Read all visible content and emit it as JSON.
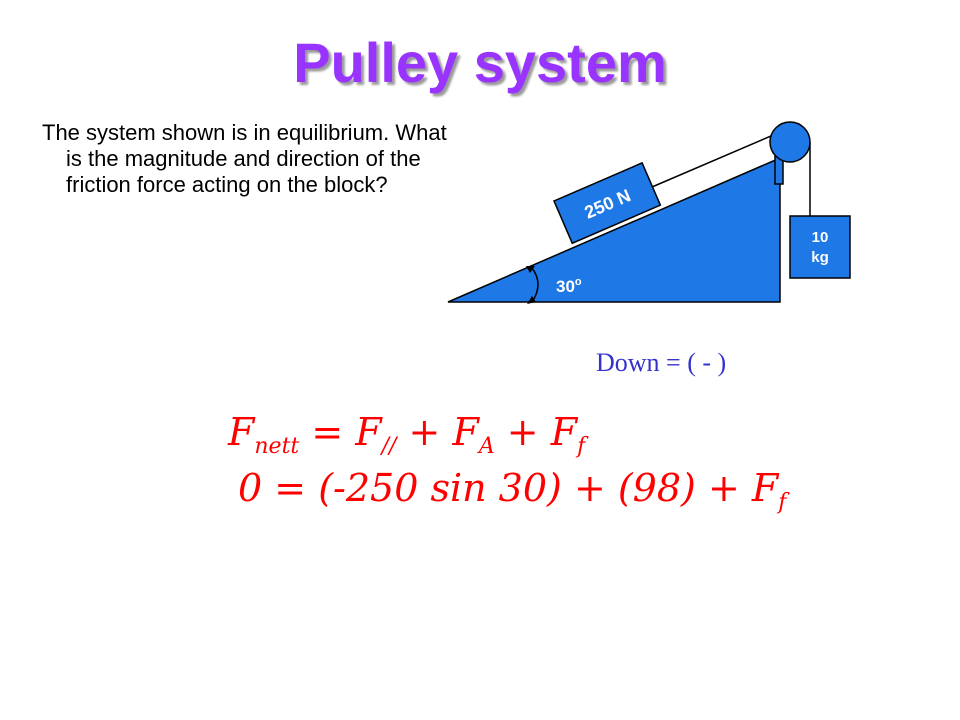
{
  "slide": {
    "title": "Pulley system",
    "question": "The system shown is in equilibrium. What is the magnitude and direction of the friction force acting on the block?",
    "convention": "Down = ( - )"
  },
  "diagram": {
    "block_label": "250 N",
    "mass_label_line1": "10",
    "mass_label_line2": "kg",
    "angle_label": "30",
    "angle_unit": "o",
    "colors": {
      "incline": "#1e78e6",
      "block": "#1e78e6",
      "mass": "#1e78e6",
      "pulley": "#1e78e6",
      "text": "#ffffff"
    }
  },
  "equations": {
    "line1": {
      "lhs": "F",
      "lhs_sub": "nett",
      "eq": " = ",
      "t1": "F",
      "t1_sub": "//",
      "plus1": " + ",
      "t2": "F",
      "t2_sub": "A",
      "plus2": " + ",
      "t3": "F",
      "t3_sub": "f"
    },
    "line2": {
      "lhs": "0",
      "eq": " = ",
      "term1": "(-250 sin 30)",
      "plus1": " + ",
      "term2": "(98)",
      "plus2": " + ",
      "t3": "F",
      "t3_sub": "f"
    },
    "color": "#ff0000"
  }
}
